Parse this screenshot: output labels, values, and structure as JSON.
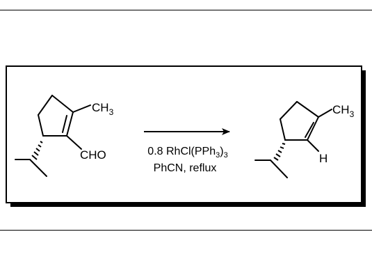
{
  "reactant": {
    "methyl_label": "CH",
    "methyl_sub": "3",
    "aldehyde_label": "CHO"
  },
  "conditions": {
    "reagent_prefix": "0.8 RhCl(PPh",
    "reagent_sub1": "3",
    "reagent_close": ")",
    "reagent_sub2": "3",
    "solvent": "PhCN, reflux"
  },
  "product": {
    "methyl_label": "CH",
    "methyl_sub": "3",
    "hydrogen_label": "H"
  }
}
